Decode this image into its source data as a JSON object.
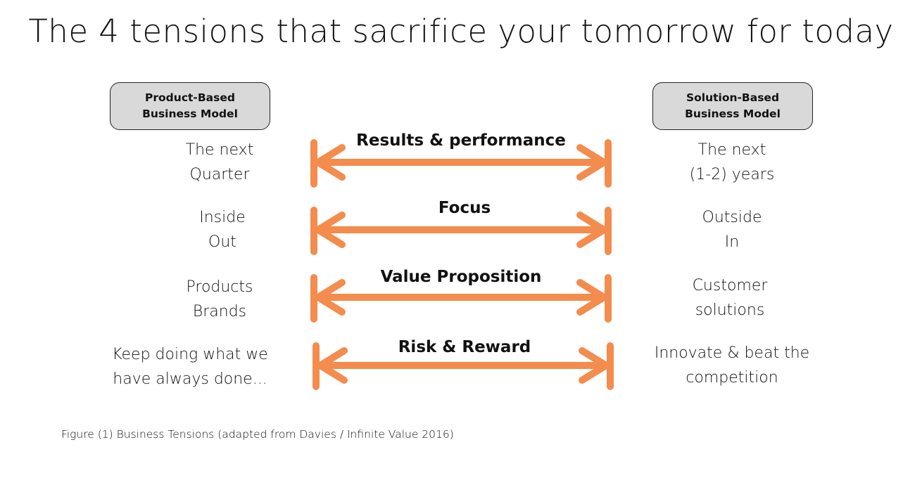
{
  "title": "The 4 tensions that sacrifice your tomorrow for today",
  "left_header": "Product-Based\nBusiness Model",
  "right_header": "Solution-Based\nBusiness Model",
  "arrow_color": "#f38c4d",
  "tensions": [
    {
      "label": "Results & performance",
      "left": "The next\nQuarter",
      "right": "The next\n(1-2) years"
    },
    {
      "label": "Focus",
      "left": "Inside\nOut",
      "right": "Outside\nIn"
    },
    {
      "label": "Value Proposition",
      "left": "Products\nBrands",
      "right": "Customer\nsolutions"
    },
    {
      "label": "Risk & Reward",
      "left": "Keep doing what we\nhave always done...",
      "right": "Innovate & beat the\ncompetition"
    }
  ],
  "caption": "Figure (1) Business Tensions (adapted from Davies / Infinite Value 2016)"
}
